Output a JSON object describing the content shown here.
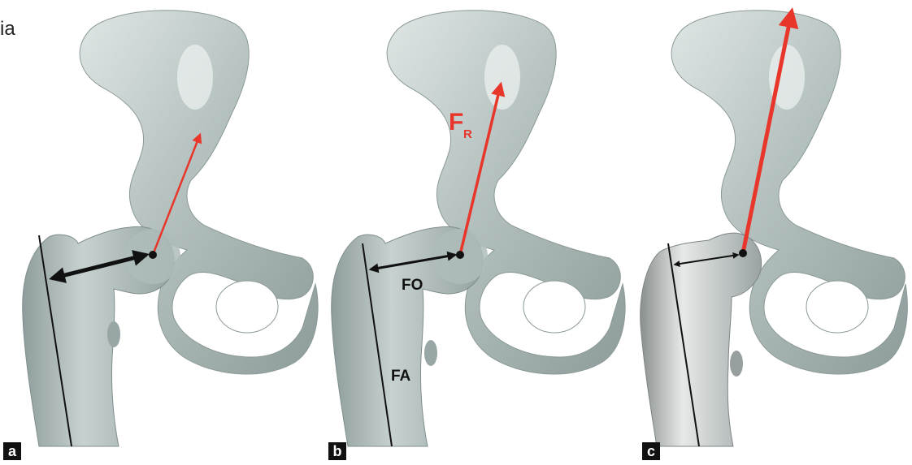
{
  "stray_text": "ia",
  "panels": [
    {
      "tag": "a"
    },
    {
      "tag": "b",
      "labels": {
        "offset": "FO",
        "axis": "FA",
        "force_main": "F",
        "force_sub": "R"
      }
    },
    {
      "tag": "c"
    }
  ],
  "colors": {
    "bone": "#a9b6b4",
    "bone_light": "#d7dfde",
    "bone_dark": "#7f8e8c",
    "force_arrow": "#e8362b",
    "offset_arrow": "#111111",
    "femoral_axis": "#111111",
    "background": "#ffffff"
  }
}
